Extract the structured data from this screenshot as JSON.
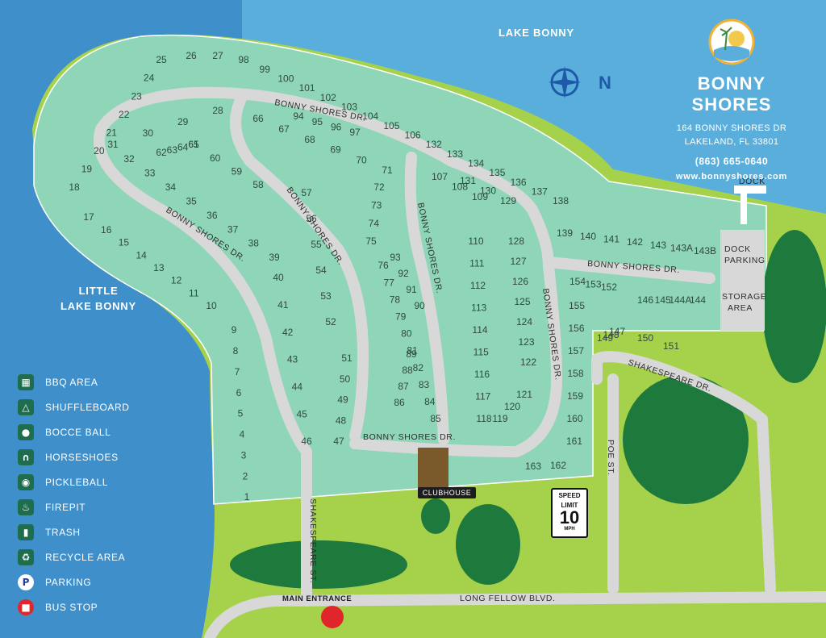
{
  "brand": {
    "name": "BONNY SHORES",
    "address_line1": "164 BONNY SHORES DR",
    "address_line2": "LAKELAND, FL 33801",
    "phone": "(863) 665-0640",
    "website": "www.bonnyshores.com",
    "logo_icon": "sun-palm-logo-icon"
  },
  "water": {
    "lake_bonny": "LAKE BONNY",
    "little_lake_line1": "LITTLE",
    "little_lake_line2": "LAKE BONNY"
  },
  "compass_label": "N",
  "roads": {
    "bonny_top": "BONNY SHORES DR.",
    "bonny_left": "BONNY SHORES DR.",
    "bonny_mid": "BONNY SHORES DR.",
    "bonny_right_inner": "BONNY SHORES DR.",
    "bonny_east": "BONNY SHORES DR.",
    "bonny_right_vert": "BONNY SHORES DR.",
    "bonny_bottom": "BONNY SHORES DR.",
    "shakespeare_dr": "SHAKESPEARE DR.",
    "poe": "POE ST.",
    "shakespeare_st": "SHAKESPEARE ST.",
    "long_fellow": "LONG FELLOW BLVD."
  },
  "places": {
    "dock": "DOCK",
    "dock_parking_line1": "DOCK",
    "dock_parking_line2": "PARKING",
    "storage_line1": "STORAGE",
    "storage_line2": "AREA",
    "clubhouse": "CLUBHOUSE",
    "main_entrance": "MAIN ENTRANCE"
  },
  "speed_sign": {
    "line1": "SPEED",
    "line2": "LIMIT",
    "value": "10",
    "unit": "MPH"
  },
  "legend": [
    {
      "icon": "bbq-icon",
      "glyph": "▦",
      "label": "BBQ AREA"
    },
    {
      "icon": "shuffleboard-icon",
      "glyph": "△",
      "label": "SHUFFLEBOARD"
    },
    {
      "icon": "bocce-ball-icon",
      "glyph": "●",
      "label": "BOCCE BALL"
    },
    {
      "icon": "horseshoes-icon",
      "glyph": "∩",
      "label": "HORSESHOES"
    },
    {
      "icon": "pickleball-icon",
      "glyph": "◉",
      "label": "PICKLEBALL"
    },
    {
      "icon": "firepit-icon",
      "glyph": "♨",
      "label": "FIREPIT"
    },
    {
      "icon": "trash-icon",
      "glyph": "▮",
      "label": "TRASH"
    },
    {
      "icon": "recycle-icon",
      "glyph": "♻",
      "label": "RECYCLE AREA"
    },
    {
      "icon": "parking-icon",
      "glyph": "P",
      "label": "PARKING"
    },
    {
      "icon": "bus-stop-icon",
      "glyph": "■",
      "label": "BUS STOP"
    }
  ],
  "lots": {
    "outer_left": [
      "1",
      "2",
      "3",
      "4",
      "5",
      "6",
      "7",
      "8",
      "9",
      "10",
      "11",
      "12",
      "13",
      "14",
      "15",
      "16",
      "17",
      "18",
      "19",
      "20",
      "21",
      "22",
      "23",
      "24",
      "25",
      "26",
      "27"
    ],
    "outer_top": [
      "98",
      "99",
      "100",
      "101",
      "102",
      "103",
      "104",
      "105",
      "106",
      "132",
      "133",
      "134",
      "135",
      "136",
      "137",
      "138"
    ],
    "east_row": [
      "139",
      "140",
      "141",
      "142",
      "143",
      "143A",
      "143B"
    ],
    "inner_left_top": [
      "28",
      "29",
      "30",
      "31",
      "32",
      "33",
      "34",
      "35",
      "36",
      "37",
      "38",
      "39",
      "40",
      "41",
      "42",
      "43",
      "44",
      "45",
      "46",
      "47",
      "48",
      "49",
      "50",
      "51",
      "52",
      "53",
      "54",
      "55",
      "56",
      "57",
      "58",
      "59",
      "60",
      "61",
      "62",
      "63",
      "64",
      "65"
    ],
    "middle": [
      "66",
      "67",
      "68",
      "69",
      "70",
      "71",
      "72",
      "73",
      "74",
      "75",
      "76",
      "77",
      "78",
      "79",
      "80",
      "81",
      "82",
      "83",
      "84",
      "85",
      "86",
      "87",
      "88",
      "89",
      "90",
      "91",
      "92",
      "93",
      "94",
      "95",
      "96",
      "97"
    ],
    "right_inner": [
      "107",
      "108",
      "109",
      "110",
      "111",
      "112",
      "113",
      "114",
      "115",
      "116",
      "117",
      "118",
      "119",
      "120",
      "121",
      "122",
      "123",
      "124",
      "125",
      "126",
      "127",
      "128",
      "129",
      "130",
      "131"
    ],
    "south_east": [
      "144",
      "144A",
      "145",
      "146",
      "147",
      "148",
      "149",
      "150",
      "151",
      "152",
      "153",
      "154",
      "155",
      "156",
      "157",
      "158",
      "159",
      "160",
      "161",
      "162",
      "163"
    ]
  }
}
